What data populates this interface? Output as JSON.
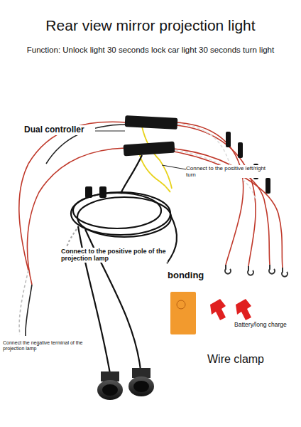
{
  "diagram": {
    "title": "Rear view mirror projection light",
    "labels": [
      "Function: Unlock light 30 seconds lock car light 30 seconds turn light",
      "Dual controller",
      "Connect to the positive left/right turn",
      "Connect to the positive pole of the projection lamp",
      "bonding",
      "Battery/long charge",
      "Connect the negative terminal of the projection lamp",
      "Wire clamp"
    ]
  }
}
